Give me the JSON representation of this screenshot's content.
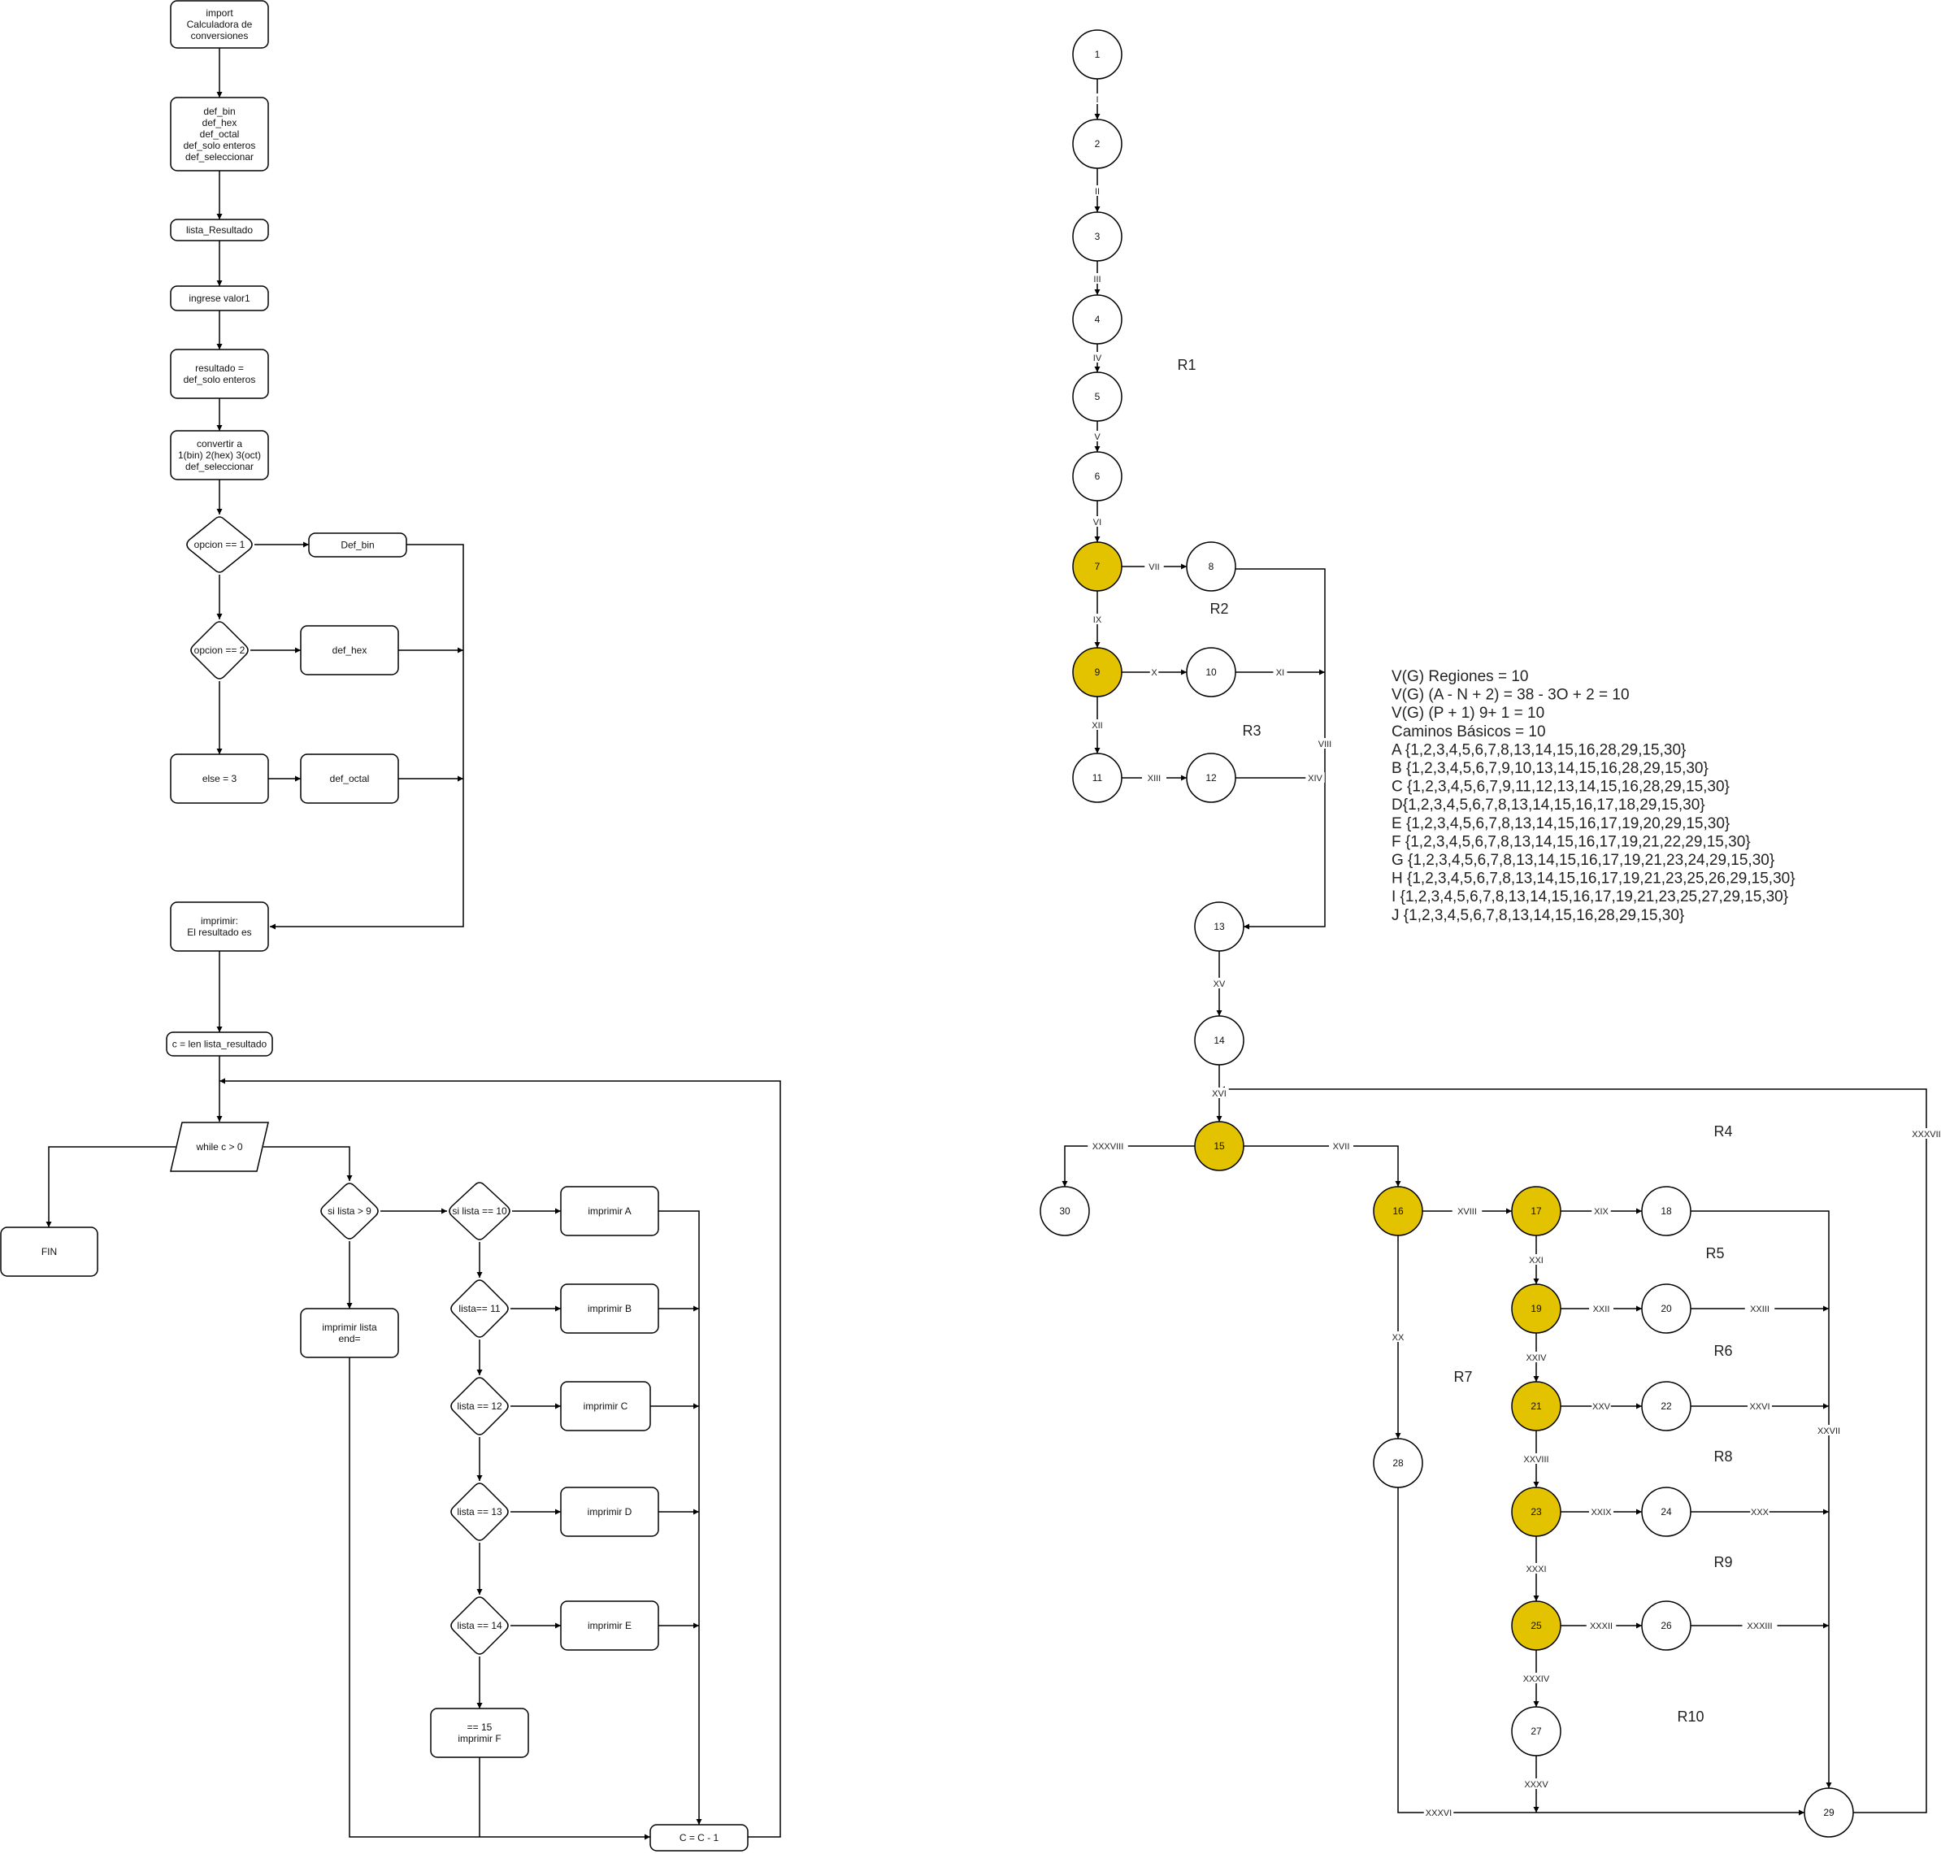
{
  "flowchart": {
    "import": "import\nCalculadora de\nconversiones",
    "defs": "def_bin\ndef_hex\ndef_octal\ndef_solo enteros\ndef_seleccionar",
    "lista_resultado": "lista_Resultado",
    "ingrese": "ingrese valor1",
    "resultado": "resultado =\ndef_solo enteros",
    "convertir": "convertir a\n1(bin) 2(hex) 3(oct)\ndef_seleccionar",
    "opcion1": "opcion == 1",
    "def_bin": "Def_bin",
    "opcion2": "opcion == 2",
    "def_hex": "def_hex",
    "else3": "else = 3",
    "def_octal": "def_octal",
    "imprimir": "imprimir:\nEl resultado es",
    "c_len": "c = len lista_resultado",
    "while": "while c > 0",
    "fin": "FIN",
    "si_lista9": "si lista > 9",
    "si_lista10": "si lista == 10",
    "imprimir_a": "imprimir A",
    "lista11": "lista== 11",
    "imprimir_b": "imprimir B",
    "lista12": "lista == 12",
    "imprimir_c": "imprimir C",
    "lista13": "lista == 13",
    "imprimir_d": "imprimir D",
    "lista14": "lista == 14",
    "imprimir_e": "imprimir E",
    "lista15": "== 15\nimprimir F",
    "imprimir_lista": "imprimir lista\nend=",
    "decrement": "C = C - 1"
  },
  "graph": {
    "nodes": [
      {
        "id": "1",
        "label": "1",
        "highlight": false
      },
      {
        "id": "2",
        "label": "2",
        "highlight": false
      },
      {
        "id": "3",
        "label": "3",
        "highlight": false
      },
      {
        "id": "4",
        "label": "4",
        "highlight": false
      },
      {
        "id": "5",
        "label": "5",
        "highlight": false
      },
      {
        "id": "6",
        "label": "6",
        "highlight": false
      },
      {
        "id": "7",
        "label": "7",
        "highlight": true
      },
      {
        "id": "8",
        "label": "8",
        "highlight": false
      },
      {
        "id": "9",
        "label": "9",
        "highlight": true
      },
      {
        "id": "10",
        "label": "10",
        "highlight": false
      },
      {
        "id": "11",
        "label": "11",
        "highlight": false
      },
      {
        "id": "12",
        "label": "12",
        "highlight": false
      },
      {
        "id": "13",
        "label": "13",
        "highlight": false
      },
      {
        "id": "14",
        "label": "14",
        "highlight": false
      },
      {
        "id": "15",
        "label": "15",
        "highlight": true
      },
      {
        "id": "16",
        "label": "16",
        "highlight": true
      },
      {
        "id": "17",
        "label": "17",
        "highlight": true
      },
      {
        "id": "18",
        "label": "18",
        "highlight": false
      },
      {
        "id": "19",
        "label": "19",
        "highlight": true
      },
      {
        "id": "20",
        "label": "20",
        "highlight": false
      },
      {
        "id": "21",
        "label": "21",
        "highlight": true
      },
      {
        "id": "22",
        "label": "22",
        "highlight": false
      },
      {
        "id": "23",
        "label": "23",
        "highlight": true
      },
      {
        "id": "24",
        "label": "24",
        "highlight": false
      },
      {
        "id": "25",
        "label": "25",
        "highlight": true
      },
      {
        "id": "26",
        "label": "26",
        "highlight": false
      },
      {
        "id": "27",
        "label": "27",
        "highlight": false
      },
      {
        "id": "28",
        "label": "28",
        "highlight": false
      },
      {
        "id": "29",
        "label": "29",
        "highlight": false
      },
      {
        "id": "30",
        "label": "30",
        "highlight": false
      }
    ],
    "edge_labels": [
      "I",
      "II",
      "III",
      "IV",
      "V",
      "VI",
      "VII",
      "VIII",
      "IX",
      "X",
      "XI",
      "XII",
      "XIII",
      "XIV",
      "XV",
      "XVI",
      "XVII",
      "XVIII",
      "XIX",
      "XX",
      "XXI",
      "XXII",
      "XXIII",
      "XXIV",
      "XXV",
      "XXVI",
      "XXVII",
      "XXVIII",
      "XXIX",
      "XXX",
      "XXXI",
      "XXXII",
      "XXXIII",
      "XXXIV",
      "XXXV",
      "XXXVI",
      "XXXVII",
      "XXXVIII"
    ],
    "regions": [
      "R1",
      "R2",
      "R3",
      "R4",
      "R5",
      "R6",
      "R7",
      "R8",
      "R9",
      "R10"
    ],
    "highlight_color": "#e3c200"
  },
  "info": [
    "V(G) Regiones = 10",
    "V(G) (A - N + 2) = 38 - 3O + 2 = 10",
    "V(G) (P + 1)  9+ 1 = 10",
    "Caminos Básicos = 10",
    "A {1,2,3,4,5,6,7,8,13,14,15,16,28,29,15,30}",
    "B {1,2,3,4,5,6,7,9,10,13,14,15,16,28,29,15,30}",
    "C {1,2,3,4,5,6,7,9,11,12,13,14,15,16,28,29,15,30}",
    "D{1,2,3,4,5,6,7,8,13,14,15,16,17,18,29,15,30}",
    "E {1,2,3,4,5,6,7,8,13,14,15,16,17,19,20,29,15,30}",
    "F {1,2,3,4,5,6,7,8,13,14,15,16,17,19,21,22,29,15,30}",
    "G {1,2,3,4,5,6,7,8,13,14,15,16,17,19,21,23,24,29,15,30}",
    "H {1,2,3,4,5,6,7,8,13,14,15,16,17,19,21,23,25,26,29,15,30}",
    "I {1,2,3,4,5,6,7,8,13,14,15,16,17,19,21,23,25,27,29,15,30}",
    "J {1,2,3,4,5,6,7,8,13,14,15,16,28,29,15,30}"
  ]
}
